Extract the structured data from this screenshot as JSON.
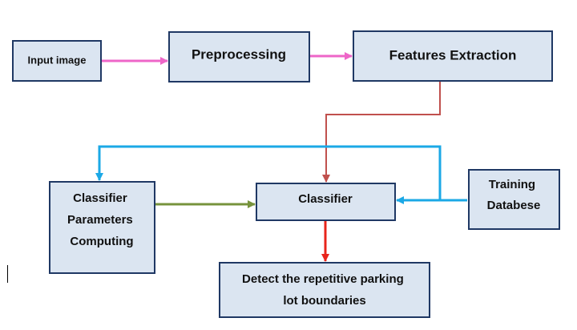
{
  "nodes": {
    "input_image": {
      "lines": [
        "Input image"
      ]
    },
    "preprocessing": {
      "lines": [
        "Preprocessing"
      ]
    },
    "features_extraction": {
      "lines": [
        "Features Extraction"
      ]
    },
    "classifier": {
      "lines": [
        "Classifier"
      ]
    },
    "training_database": {
      "lines": [
        "Training",
        "Databese"
      ]
    },
    "classifier_parameters_computing": {
      "lines": [
        "Classifier",
        "Parameters",
        "Computing"
      ]
    },
    "detect_boundaries": {
      "lines": [
        "Detect the repetitive parking",
        "lot boundaries"
      ]
    }
  },
  "colors": {
    "box_fill": "#dbe5f1",
    "box_border": "#1f3864",
    "arrow_pink": "#ee66c8",
    "arrow_brown": "#c0504d",
    "arrow_blue": "#1ba8e6",
    "arrow_green": "#77933c",
    "arrow_red": "#e8241b"
  }
}
